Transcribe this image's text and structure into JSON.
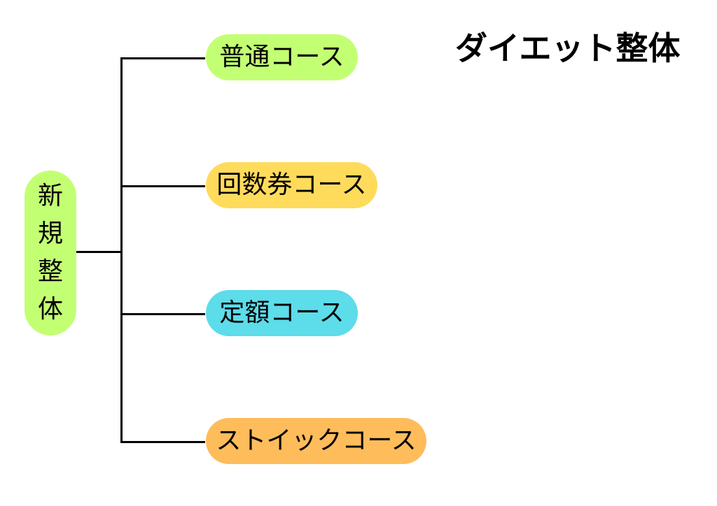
{
  "title": "ダイエット整体",
  "root": {
    "label": "新規整体",
    "color": "#c3ff73"
  },
  "courses": [
    {
      "label": "普通コース",
      "color": "#c3ff73"
    },
    {
      "label": "回数券コース",
      "color": "#ffdb5c"
    },
    {
      "label": "定額コース",
      "color": "#5ddcea"
    },
    {
      "label": "ストイックコース",
      "color": "#ffbc5b"
    }
  ]
}
